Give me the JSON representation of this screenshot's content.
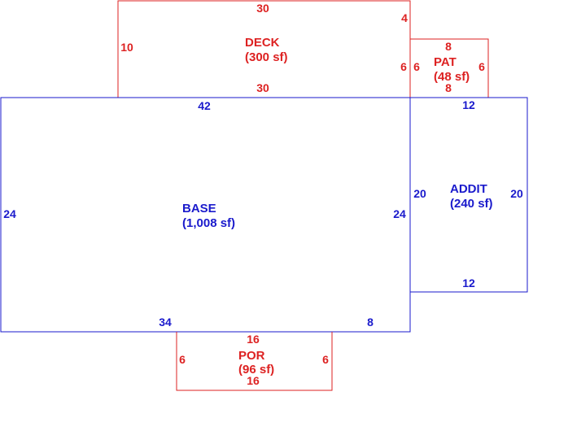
{
  "colors": {
    "red": "#dd2222",
    "blue": "#1a1acc",
    "background": "#ffffff"
  },
  "areas": [
    {
      "id": "deck",
      "name": "DECK",
      "area": "(300 sf)",
      "color": "red",
      "dimensions": {
        "top": "30",
        "bottom": "30",
        "left": "10",
        "right_upper": "4",
        "right_lower": "6"
      }
    },
    {
      "id": "pat",
      "name": "PAT",
      "area": "(48 sf)",
      "color": "red",
      "dimensions": {
        "top": "8",
        "bottom": "8",
        "left": "6",
        "right": "6"
      }
    },
    {
      "id": "base",
      "name": "BASE",
      "area": "(1,008 sf)",
      "color": "blue",
      "dimensions": {
        "top": "42",
        "left": "24",
        "right": "24",
        "bottom_left": "34",
        "bottom_right": "8"
      }
    },
    {
      "id": "addit",
      "name": "ADDIT",
      "area": "(240 sf)",
      "color": "blue",
      "dimensions": {
        "top": "12",
        "bottom": "12",
        "left": "20",
        "right": "20"
      }
    },
    {
      "id": "por",
      "name": "POR",
      "area": "(96 sf)",
      "color": "red",
      "dimensions": {
        "top": "16",
        "bottom": "16",
        "left": "6",
        "right": "6"
      }
    }
  ]
}
